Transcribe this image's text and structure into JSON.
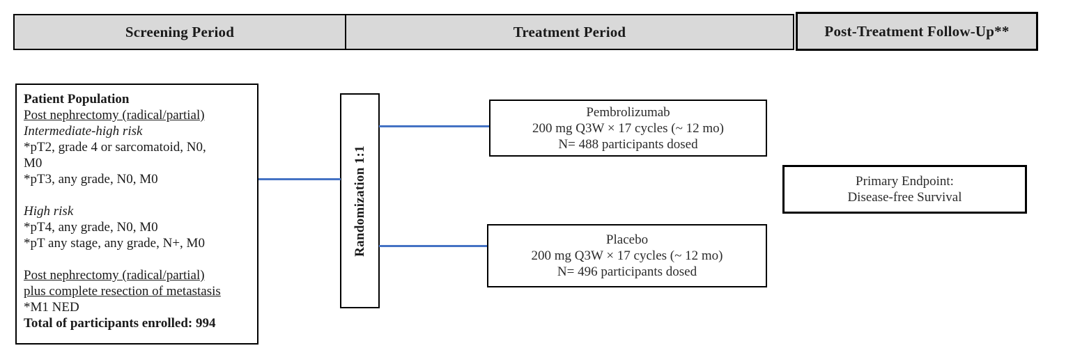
{
  "header": {
    "sections": [
      {
        "label": "Screening Period"
      },
      {
        "label": "Treatment Period"
      },
      {
        "label": "Post-Treatment Follow-Up**"
      }
    ]
  },
  "patient": {
    "lines": [
      {
        "text": "Patient Population",
        "style": "bold"
      },
      {
        "text": "Post nephrectomy (radical/partial)",
        "style": "underline"
      },
      {
        "text": "Intermediate-high risk",
        "style": "italic"
      },
      {
        "text": "*pT2, grade 4 or sarcomatoid, N0,",
        "style": "normal"
      },
      {
        "text": "M0",
        "style": "normal"
      },
      {
        "text": "*pT3, any grade, N0, M0",
        "style": "normal"
      },
      {
        "text": "",
        "style": "blank"
      },
      {
        "text": "High risk",
        "style": "italic"
      },
      {
        "text": "*pT4, any grade, N0, M0",
        "style": "normal"
      },
      {
        "text": "*pT any stage, any grade, N+, M0",
        "style": "normal"
      },
      {
        "text": "",
        "style": "blank"
      },
      {
        "text": "Post nephrectomy (radical/partial)",
        "style": "underline"
      },
      {
        "text": "plus complete resection of metastasis",
        "style": "underline"
      },
      {
        "text": "*M1 NED",
        "style": "normal"
      },
      {
        "text": "Total of participants enrolled: 994",
        "style": "bold"
      }
    ]
  },
  "randomization": {
    "label": "Randomization 1:1"
  },
  "arms": [
    {
      "name": "Pembrolizumab",
      "dose": "200 mg Q3W × 17 cycles (~ 12 mo)",
      "n": "N= 488 participants dosed"
    },
    {
      "name": "Placebo",
      "dose": "200 mg Q3W × 17 cycles (~ 12 mo)",
      "n": "N= 496 participants dosed"
    }
  ],
  "endpoint": {
    "lines": [
      "Primary Endpoint:",
      "Disease-free Survival"
    ]
  },
  "colors": {
    "connector": "#4472C4",
    "header_fill": "#D9D9D9",
    "border": "#000000"
  }
}
